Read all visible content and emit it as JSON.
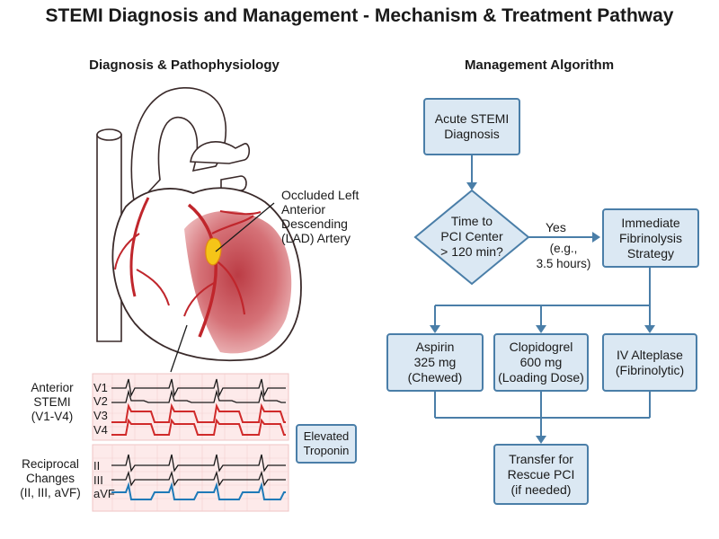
{
  "title": "STEMI Diagnosis and Management - Mechanism & Treatment Pathway",
  "left_panel": {
    "heading": "Diagnosis & Pathophysiology",
    "occlusion_label": "Occluded Left\nAnterior\nDescending\n(LAD) Artery",
    "ecg": {
      "group1_label": "Anterior\nSTEMI\n(V1-V4)",
      "group1_leads": [
        "V1",
        "V2",
        "V3",
        "V4"
      ],
      "group2_label": "Reciprocal\nChanges\n(II, III, aVF)",
      "group2_leads": [
        "II",
        "III",
        "aVF"
      ],
      "st_elevation_color": "#d02a2a",
      "st_depression_color": "#1f7ab8"
    },
    "troponin_label": "Elevated\nTroponin"
  },
  "right_panel": {
    "heading": "Management Algorithm",
    "nodes": {
      "diagnosis": "Acute STEMI\nDiagnosis",
      "decision": "Time to\nPCI Center\n> 120 min?",
      "fibrinolysis": "Immediate\nFibrinolysis\nStrategy",
      "aspirin": "Aspirin\n325 mg\n(Chewed)",
      "clopidogrel": "Clopidogrel\n600 mg\n(Loading Dose)",
      "alteplase": "IV Alteplase\n(Fibrinolytic)",
      "transfer": "Transfer for\nRescue PCI\n(if needed)"
    },
    "edge_yes_label": "Yes",
    "edge_yes_note": "(e.g.,\n3.5 hours)"
  },
  "colors": {
    "node_fill": "#dbe8f3",
    "node_border": "#4a7ea8",
    "arrow": "#4a7ea8",
    "infarct": "#c94a52",
    "artery": "#c0262c",
    "occlusion": "#f5c518"
  }
}
